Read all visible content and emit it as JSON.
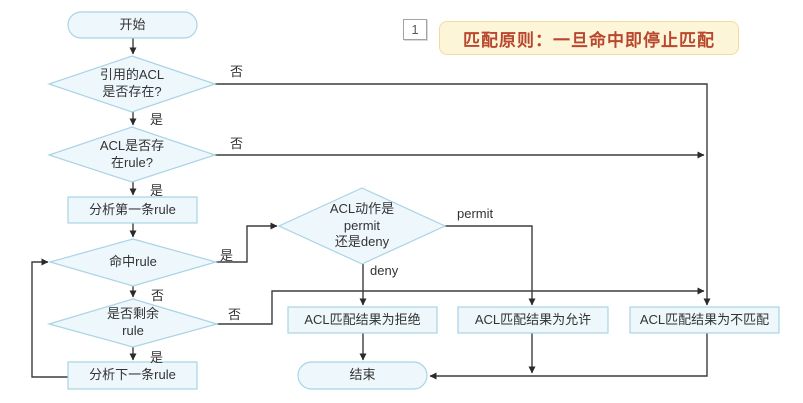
{
  "banner": {
    "number": "1",
    "text": "匹配原则：一旦命中即停止匹配"
  },
  "nodes": {
    "start": "开始",
    "acl_exists": "引用的ACL\n是否存在?",
    "acl_has_rule": "ACL是否存\n在rule?",
    "analyze_first_rule": "分析第一条rule",
    "rule_hit": "命中rule",
    "rules_remaining": "是否剩余\nrule",
    "analyze_next_rule": "分析下一条rule",
    "acl_action": "ACL动作是\npermit\n还是deny",
    "result_deny": "ACL匹配结果为拒绝",
    "result_permit": "ACL匹配结果为允许",
    "result_no_match": "ACL匹配结果为不匹配",
    "end": "结束"
  },
  "edge_labels": {
    "acl_exists_no": "否",
    "acl_exists_yes": "是",
    "acl_has_rule_no": "否",
    "acl_has_rule_yes": "是",
    "rule_hit_yes": "是",
    "rule_hit_no": "否",
    "rules_remaining_no": "否",
    "rules_remaining_yes": "是",
    "action_permit": "permit",
    "action_deny": "deny"
  },
  "colors": {
    "node_fill": "#eef7fb",
    "node_border": "#a9d4e5",
    "line": "#3d3d3d",
    "banner_bg": "#fdf5d8",
    "banner_border": "#f0dd9d",
    "banner_text": "#b9472e"
  }
}
